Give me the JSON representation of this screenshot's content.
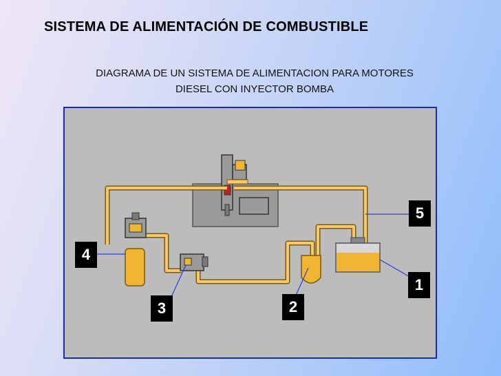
{
  "slide": {
    "title": "SISTEMA DE ALIMENTACIÓN DE COMBUSTIBLE",
    "subtitle_line1": "DIAGRAMA DE UN SISTEMA DE ALIMENTACION PARA MOTORES",
    "subtitle_line2": "DIESEL CON INYECTOR BOMBA"
  },
  "diagram": {
    "labels": {
      "tank": "1",
      "prefilter": "2",
      "feed_pump": "3",
      "filter": "4",
      "return_line": "5"
    },
    "colors": {
      "frame_border": "#1a2bb8",
      "background": "#bcbcbc",
      "fuel": "#f2b532",
      "pipe": "#f7c96a",
      "engine_block": "#9a9a9a",
      "leader_line": "#2b3fd6"
    }
  }
}
